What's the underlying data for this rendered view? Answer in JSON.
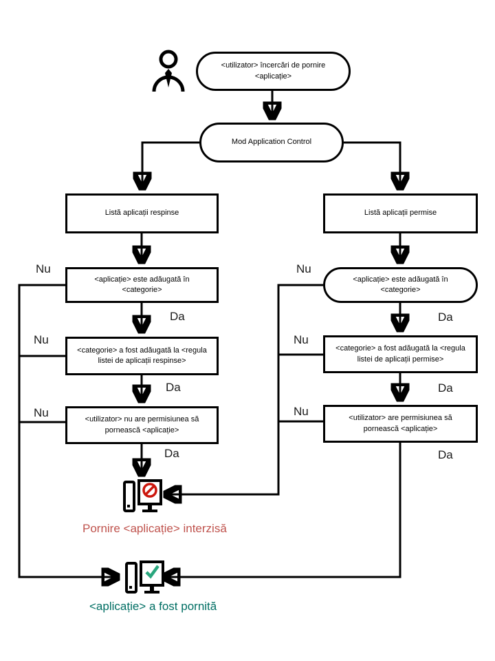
{
  "labels": {
    "yes": "Da",
    "no": "Nu"
  },
  "nodes": {
    "start": "<utilizator> încercări de pornire <aplicație>",
    "mode": "Mod Application Control",
    "denied_list": "Listă aplicații respinse",
    "allowed_list": "Listă aplicații permise",
    "denied_in_category": "<aplicație>  este adăugată în  <categorie>",
    "allowed_in_category": "<aplicație>  este adăugată în  <categorie>",
    "denied_rule": "<categorie> a fost adăugată la <regula listei de aplicații respinse>",
    "allowed_rule": "<categorie> a fost adăugată la <regula listei de aplicații permise>",
    "denied_permission": "<utilizator> nu are permisiunea să pornească <aplicație>",
    "allowed_permission": "<utilizator> are permisiunea să pornească <aplicație>",
    "blocked_result": "Pornire <aplicație> interzisă",
    "started_result": "<aplicație> a fost pornită"
  },
  "icons": {
    "person": "person-icon",
    "blocked_computer": "computer-blocked-icon",
    "started_computer": "computer-started-icon"
  },
  "colors": {
    "line": "#000000",
    "denied_text": "#bf524c",
    "started_text": "#006e63",
    "denied_icon": "#cc170d",
    "allowed_icon": "#29a67d"
  }
}
